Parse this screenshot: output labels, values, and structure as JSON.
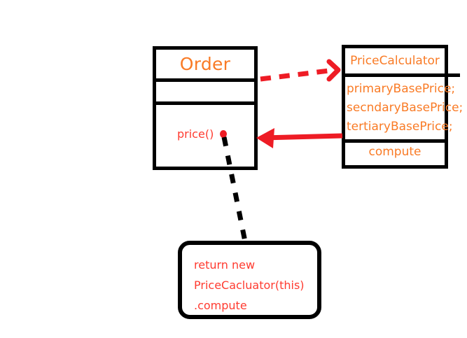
{
  "diagram": {
    "title": "UML class diagram sketch",
    "background_color": "#ffffff",
    "stroke_color": "#000000",
    "class_name_color": "#f97b26",
    "member_text_color": "#ff3b30",
    "relation_color": "#ee1c25"
  },
  "classes": [
    {
      "id": "order",
      "name": "Order",
      "attributes": [],
      "operations": [
        "price()"
      ]
    },
    {
      "id": "price-calculator",
      "name": "PriceCalculator",
      "attributes": [
        "primaryBasePrice;",
        "secndaryBasePrice;",
        "tertiaryBasePrice;"
      ],
      "operations": [
        "compute"
      ]
    }
  ],
  "note": {
    "lines": [
      "return new",
      "PriceCacluator(this)",
      ".compute"
    ]
  },
  "relations": [
    {
      "id": "dependency",
      "style": "dashed",
      "color": "#ee1c25",
      "from": "order",
      "to": "price-calculator",
      "arrowhead": "open"
    },
    {
      "id": "association",
      "style": "solid",
      "color": "#ee1c25",
      "from": "price-calculator",
      "to": "order",
      "arrowhead": "filled"
    },
    {
      "id": "note-anchor",
      "style": "dashed",
      "color": "#000000",
      "from": "order.price()",
      "to": "note",
      "arrowhead": "none"
    }
  ]
}
